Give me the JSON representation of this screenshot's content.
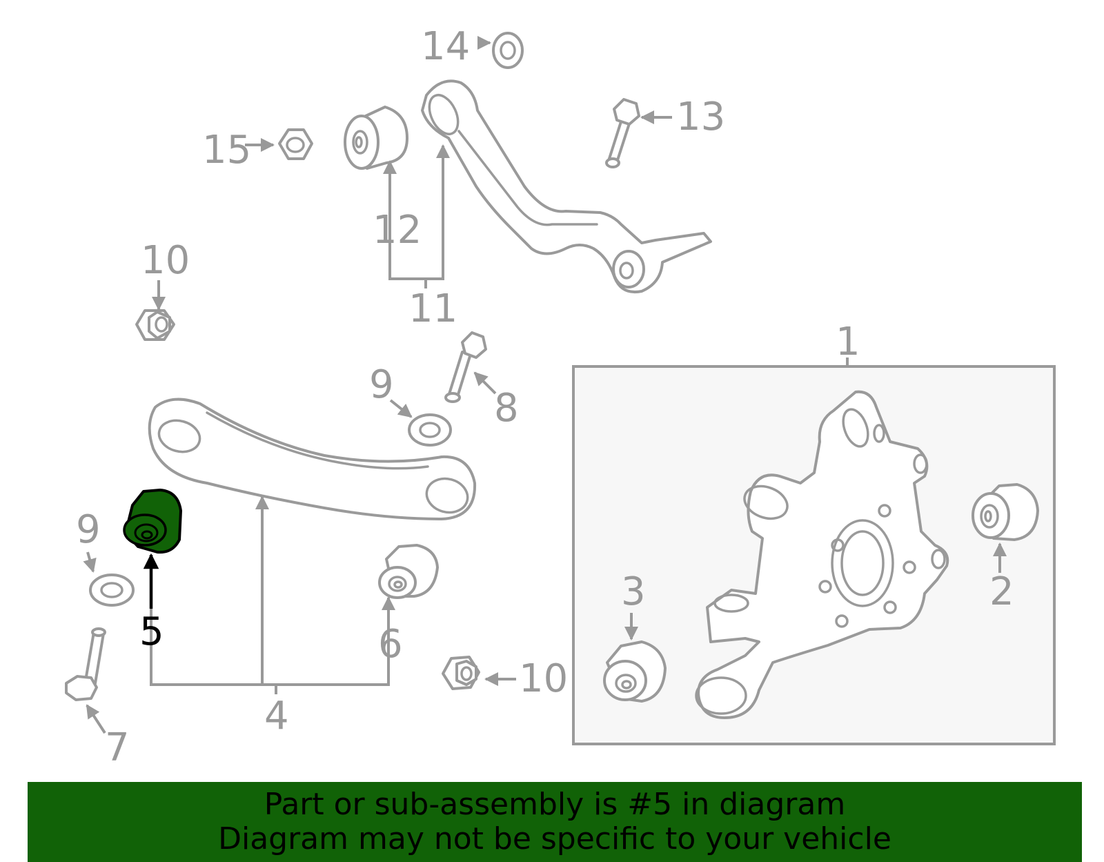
{
  "diagram": {
    "labels": {
      "c1": "1",
      "c2": "2",
      "c3": "3",
      "c4": "4",
      "c5": "5",
      "c6": "6",
      "c7": "7",
      "c8": "8",
      "c9a": "9",
      "c9b": "9",
      "c10a": "10",
      "c10b": "10",
      "c11": "11",
      "c12": "12",
      "c13": "13",
      "c14": "14",
      "c15": "15"
    },
    "highlighted_part": "5",
    "colors": {
      "highlight_fill": "#116207",
      "line_gray": "#9a9a9a",
      "kit_box_fill": "#f7f7f7",
      "banner_bg": "#116207"
    }
  },
  "banner": {
    "line1": "Part or sub-assembly is #5 in diagram",
    "line2": "Diagram may not be specific to your vehicle"
  }
}
